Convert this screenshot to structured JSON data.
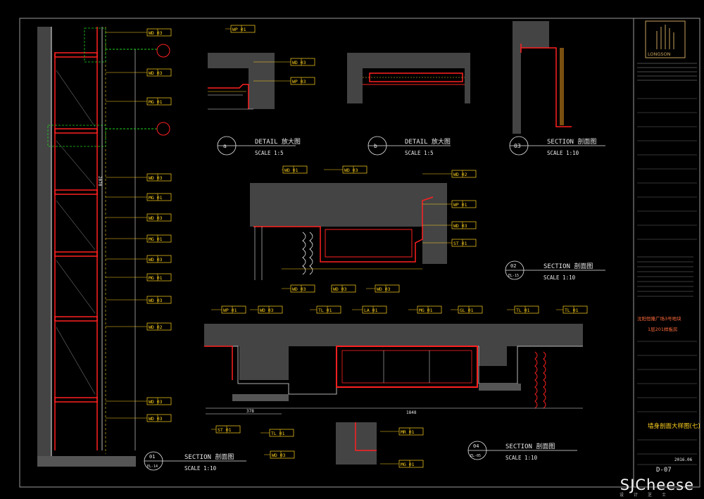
{
  "drawing": {
    "sheet_no": "D-07",
    "date": "2016.06",
    "sheet_title": "墙身剖面大样图(七)",
    "project_line1": "沈阳恒隆广场3号地块",
    "project_line2": "1层201样板房",
    "company_logo_text": "LONGSON"
  },
  "details": [
    {
      "id": "a",
      "title": "DETAIL 放大图",
      "scale": "SCALE 1:5"
    },
    {
      "id": "b",
      "title": "DETAIL 放大图",
      "scale": "SCALE 1:5"
    },
    {
      "id": "03",
      "title": "SECTION 剖面图",
      "scale": "SCALE 1:10"
    },
    {
      "id": "02",
      "ref": "EL-15",
      "title": "SECTION 剖面图",
      "scale": "SCALE 1:10"
    },
    {
      "id": "01",
      "ref": "EL-14",
      "title": "SECTION 剖面图",
      "scale": "SCALE 1:10"
    },
    {
      "id": "04",
      "ref": "EL-05",
      "title": "SECTION 剖面图",
      "scale": "SCALE 1:10"
    }
  ],
  "tags_left": [
    "WD 03",
    "WD 03",
    "MG 01",
    "WD 03",
    "MG 01",
    "WD 03",
    "MG 01",
    "WD 03",
    "MG 01",
    "WD 03",
    "WD 02",
    "WD 03",
    "WD 03"
  ],
  "tags_mid": [
    "WP 01",
    "WD 03",
    "WP 03",
    "WD 01",
    "WD 03",
    "WD 02",
    "WP 01",
    "WD 03",
    "ST 01",
    "WD 03",
    "WD 03",
    "WD 03"
  ],
  "tags_bottom": [
    "WP 01",
    "WD 03",
    "TL 01",
    "LA 01",
    "MG 01",
    "GL 01",
    "TL 01",
    "TL 01",
    "ST 01",
    "TL 01",
    "WD 03",
    "MR 01",
    "MG 01"
  ],
  "dims": [
    "1848",
    "378",
    "2070"
  ],
  "watermark": {
    "brand": "SJCheese",
    "sub": "设计芝士"
  },
  "colors": {
    "background": "#000000",
    "line_white": "#e8e8e8",
    "line_red": "#ff2020",
    "tag_yellow": "#ffd21f",
    "hatch_gray": "#4a4a4a",
    "note_orange": "#ff9a3c",
    "green": "#20d020"
  }
}
